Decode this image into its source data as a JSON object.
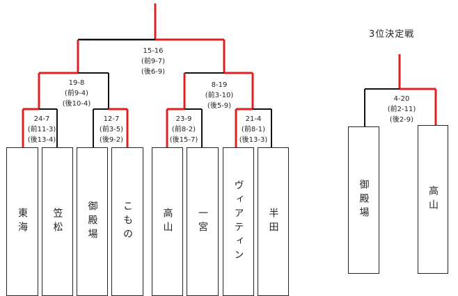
{
  "colors": {
    "win": "#e02020",
    "line": "#111111",
    "box_border": "#222222"
  },
  "third_place_title": "3位決定戦",
  "teams": [
    "東海",
    "笠松",
    "御殿場",
    "こもの",
    "高山",
    "一宮",
    "ヴィアティン",
    "半田"
  ],
  "third_place_teams": [
    "御殿場",
    "高山"
  ],
  "scores": {
    "final": {
      "total": "15-16",
      "first": "(前9-7)",
      "second": "(後6-9)"
    },
    "semi_left": {
      "total": "19-8",
      "first": "(前9-4)",
      "second": "(後10-4)"
    },
    "semi_right": {
      "total": "8-19",
      "first": "(前3-10)",
      "second": "(後5-9)"
    },
    "qf1": {
      "total": "24-7",
      "first": "(前11-3)",
      "second": "(後13-4)"
    },
    "qf2": {
      "total": "12-7",
      "first": "(前3-5)",
      "second": "(後9-2)"
    },
    "qf3": {
      "total": "23-9",
      "first": "(前8-2)",
      "second": "(後15-7)"
    },
    "qf4": {
      "total": "21-4",
      "first": "(前8-1)",
      "second": "(後13-3)"
    },
    "third": {
      "total": "4-20",
      "first": "(前2-11)",
      "second": "(後2-9)"
    }
  }
}
